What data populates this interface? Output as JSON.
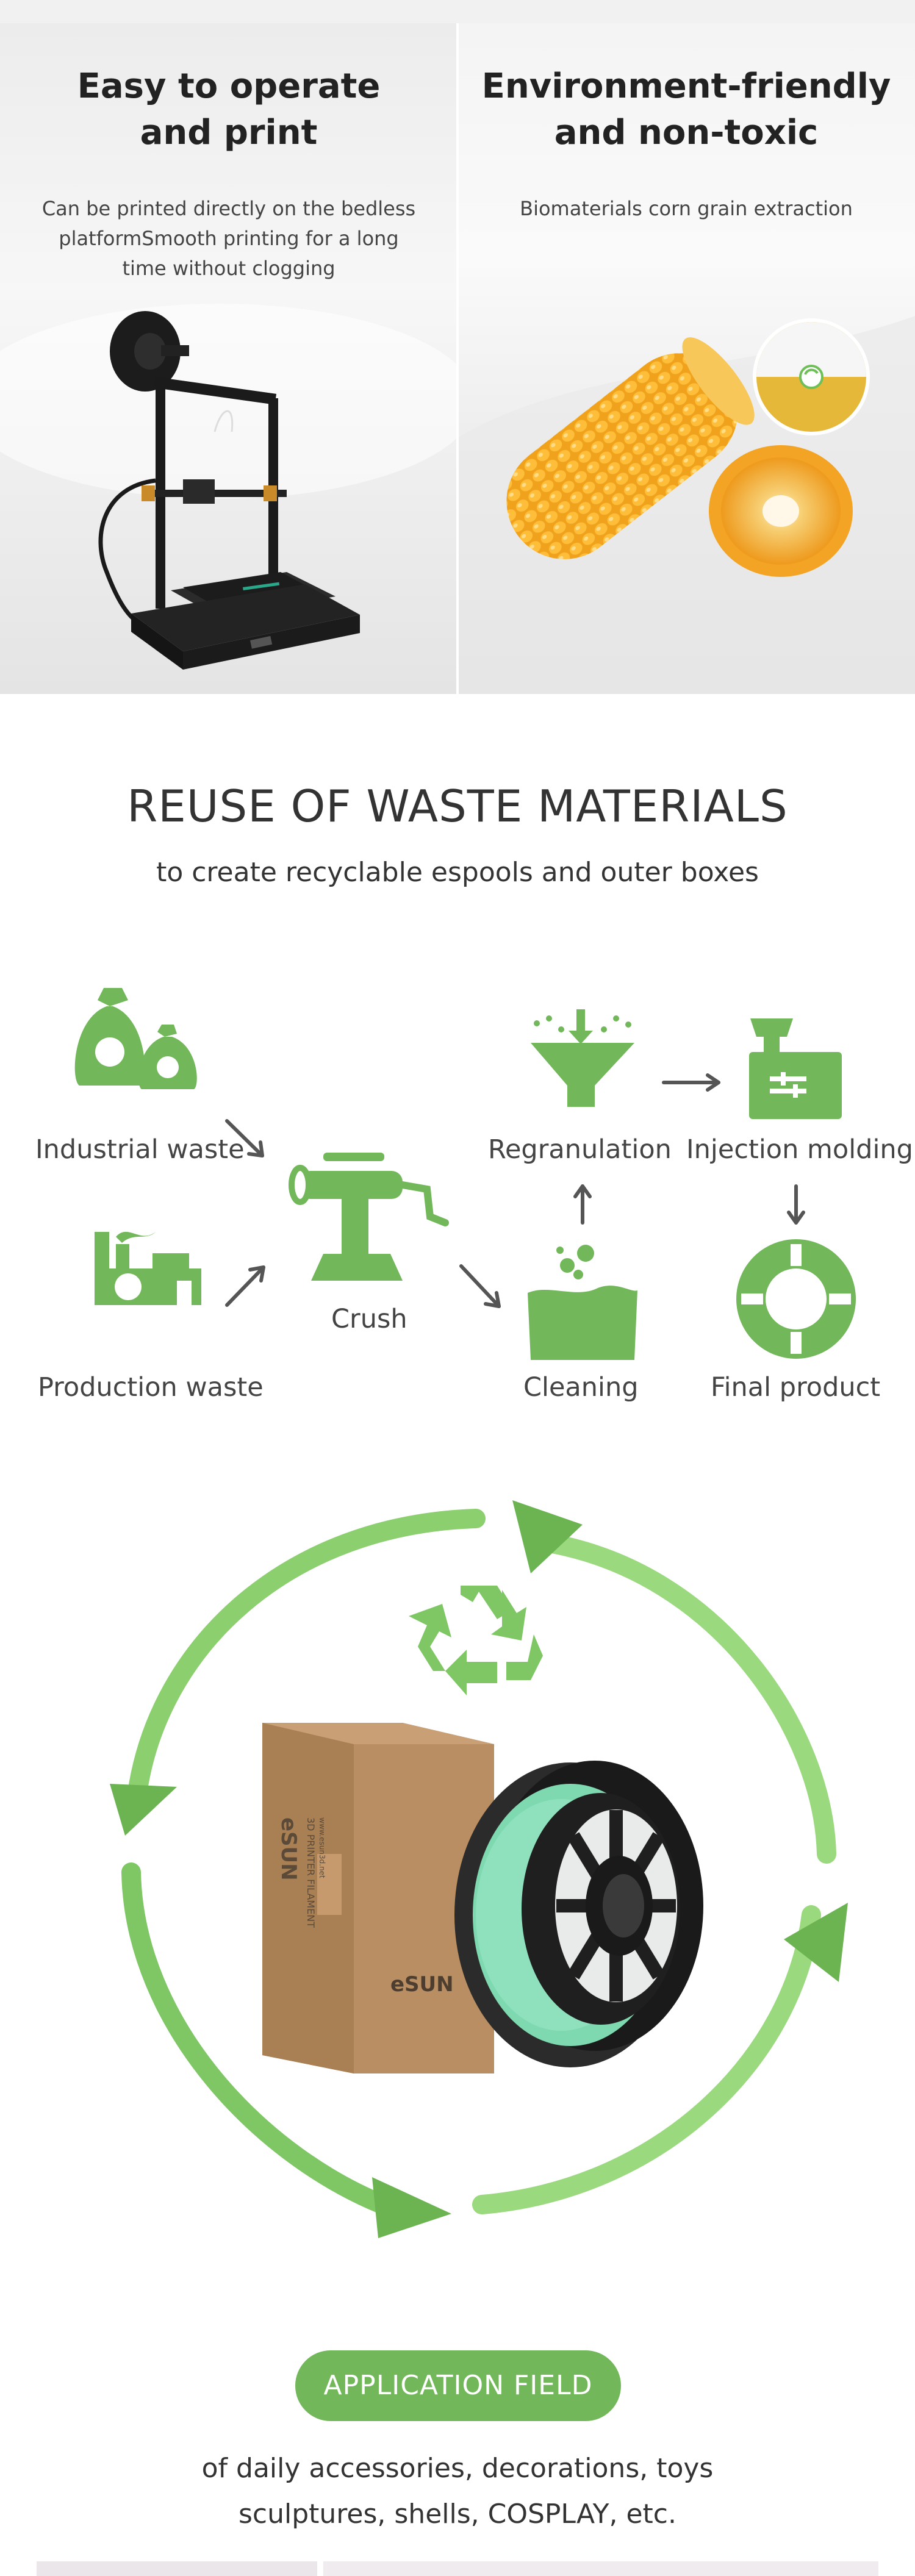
{
  "features": [
    {
      "title_line1": "Easy to operate",
      "title_line2": "and print",
      "desc_lines": [
        "Can be printed directly on the bedless",
        "platformSmooth printing for a long",
        "time without clogging"
      ]
    },
    {
      "title_line1": "Environment-friendly",
      "title_line2": "and non-toxic",
      "desc_lines": [
        "Biomaterials  corn grain extraction"
      ]
    }
  ],
  "reuse": {
    "title": "REUSE OF WASTE MATERIALS",
    "subtitle": "to create recyclable espools and outer boxes",
    "steps": {
      "industrial_waste": "Industrial waste",
      "production_waste": "Production waste",
      "crush": "Crush",
      "regranulation": "Regranulation",
      "injection_molding": "Injection molding",
      "cleaning": "Cleaning",
      "final_product": "Final product"
    }
  },
  "product": {
    "box_brand": "eSUN",
    "box_side_text": "3D PRINTER FILAMENT",
    "box_url": "www.esun3d.net"
  },
  "application": {
    "pill_label": "APPLICATION FIELD",
    "line1": "of daily accessories, decorations, toys",
    "line2": "sculptures, shells, COSPLAY, etc."
  },
  "colors": {
    "accent_green": "#72b85a",
    "light_green": "#9ad97e",
    "filament_mint": "#7ed8b0"
  }
}
